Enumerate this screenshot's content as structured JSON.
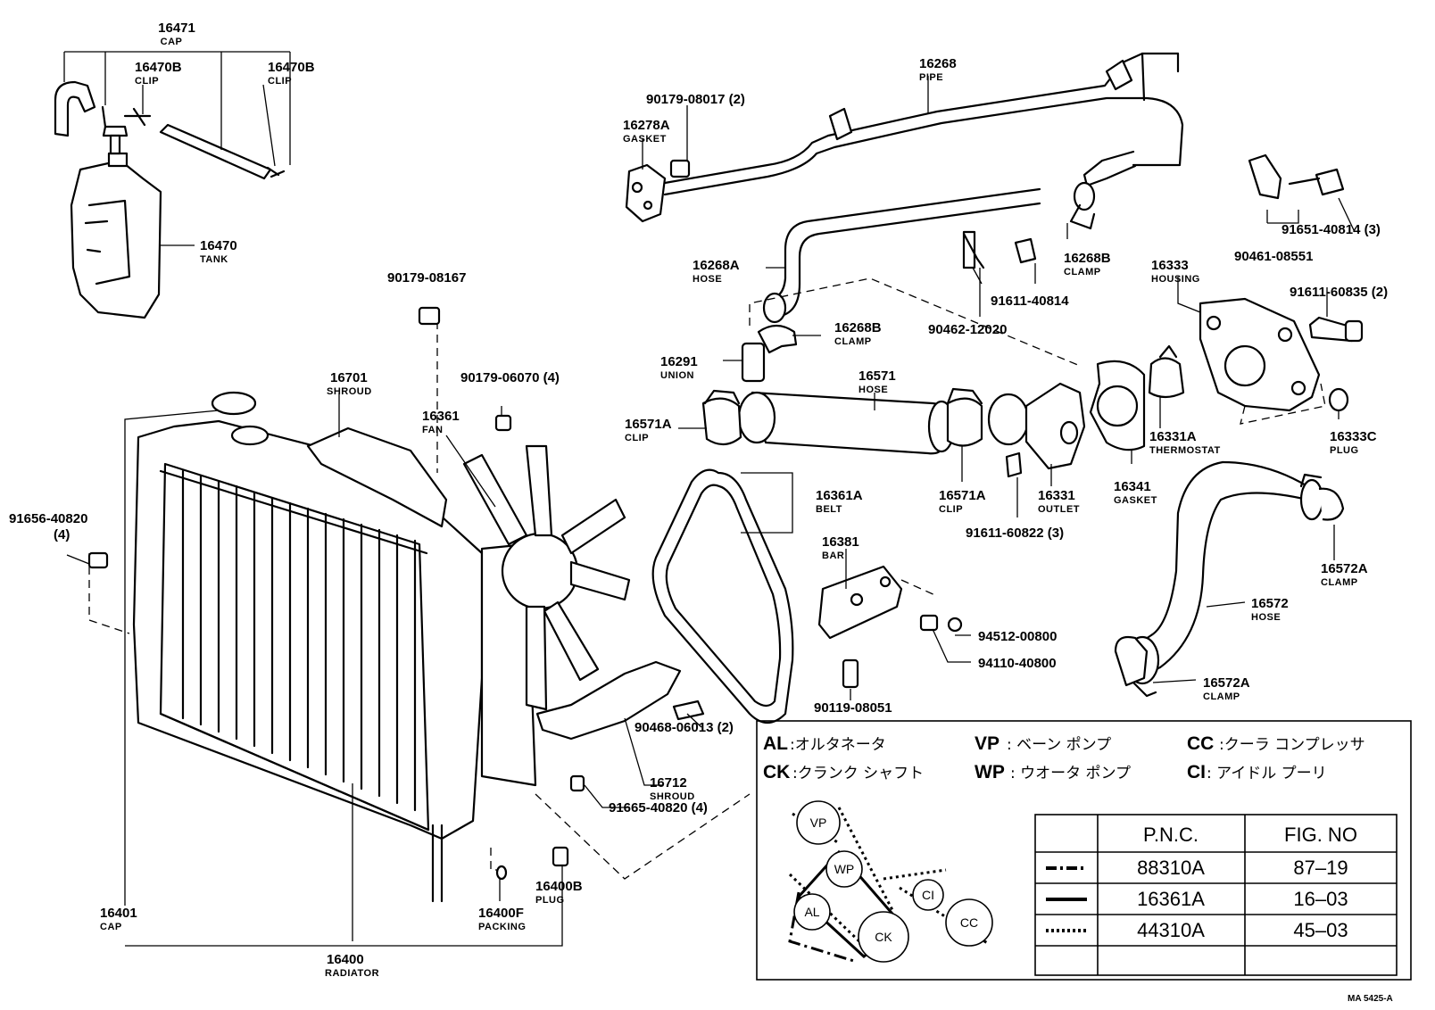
{
  "parts": [
    {
      "id": "16471",
      "name": "CAP"
    },
    {
      "id": "16470B",
      "name": "CLIP"
    },
    {
      "id": "16470B",
      "name": "CLIP"
    },
    {
      "id": "16470",
      "name": "TANK"
    },
    {
      "id": "90179-08167",
      "name": ""
    },
    {
      "id": "16701",
      "name": "SHROUD"
    },
    {
      "id": "90179-06070 (4)",
      "name": ""
    },
    {
      "id": "16361",
      "name": "FAN"
    },
    {
      "id": "91656-40820",
      "name": "(4)"
    },
    {
      "id": "16268",
      "name": "PIPE"
    },
    {
      "id": "90179-08017 (2)",
      "name": ""
    },
    {
      "id": "16278A",
      "name": "GASKET"
    },
    {
      "id": "16268A",
      "name": "HOSE"
    },
    {
      "id": "16268B",
      "name": "CLAMP"
    },
    {
      "id": "16291",
      "name": "UNION"
    },
    {
      "id": "16268B",
      "name": "CLAMP"
    },
    {
      "id": "91611-40814",
      "name": ""
    },
    {
      "id": "90462-12020",
      "name": ""
    },
    {
      "id": "90461-08551",
      "name": ""
    },
    {
      "id": "91651-40814 (3)",
      "name": ""
    },
    {
      "id": "16333",
      "name": "HOUSING"
    },
    {
      "id": "91611-60835 (2)",
      "name": ""
    },
    {
      "id": "16571",
      "name": "HOSE"
    },
    {
      "id": "16571A",
      "name": "CLIP"
    },
    {
      "id": "16571A",
      "name": "CLIP"
    },
    {
      "id": "16331",
      "name": "OUTLET"
    },
    {
      "id": "16341",
      "name": "GASKET"
    },
    {
      "id": "16331A",
      "name": "THERMOSTAT"
    },
    {
      "id": "16333C",
      "name": "PLUG"
    },
    {
      "id": "91611-60822 (3)",
      "name": ""
    },
    {
      "id": "16361A",
      "name": "BELT"
    },
    {
      "id": "16381",
      "name": "BAR"
    },
    {
      "id": "94512-00800",
      "name": ""
    },
    {
      "id": "94110-40800",
      "name": ""
    },
    {
      "id": "90119-08051",
      "name": ""
    },
    {
      "id": "16572A",
      "name": "CLAMP"
    },
    {
      "id": "16572",
      "name": "HOSE"
    },
    {
      "id": "16572A",
      "name": "CLAMP"
    },
    {
      "id": "90468-06013 (2)",
      "name": ""
    },
    {
      "id": "16712",
      "name": "SHROUD"
    },
    {
      "id": "91665-40820 (4)",
      "name": ""
    },
    {
      "id": "16400B",
      "name": "PLUG"
    },
    {
      "id": "16400F",
      "name": "PACKING"
    },
    {
      "id": "16401",
      "name": "CAP"
    },
    {
      "id": "16400",
      "name": "RADIATOR"
    }
  ],
  "legend": {
    "abbreviations": [
      {
        "code": "AL",
        "text": ":オルタネータ"
      },
      {
        "code": "VP",
        "text": ": ベーン ポンプ"
      },
      {
        "code": "CC",
        "text": ":クーラ コンプレッサ"
      },
      {
        "code": "CK",
        "text": ":クランク シャフト"
      },
      {
        "code": "WP",
        "text": ": ウオータ ポンプ"
      },
      {
        "code": "CI",
        "text": ": アイドル プーリ"
      }
    ],
    "pulleys": [
      "VP",
      "WP",
      "AL",
      "CK",
      "CI",
      "CC"
    ],
    "table": {
      "headers": [
        "P.N.C.",
        "FIG. NO"
      ],
      "rows": [
        {
          "line": "dash-dot",
          "pnc": "88310A",
          "fig": "87–19"
        },
        {
          "line": "solid",
          "pnc": "16361A",
          "fig": "16–03"
        },
        {
          "line": "dotted",
          "pnc": "44310A",
          "fig": "45–03"
        }
      ]
    }
  },
  "footer": {
    "code": "MA 5425-A"
  }
}
